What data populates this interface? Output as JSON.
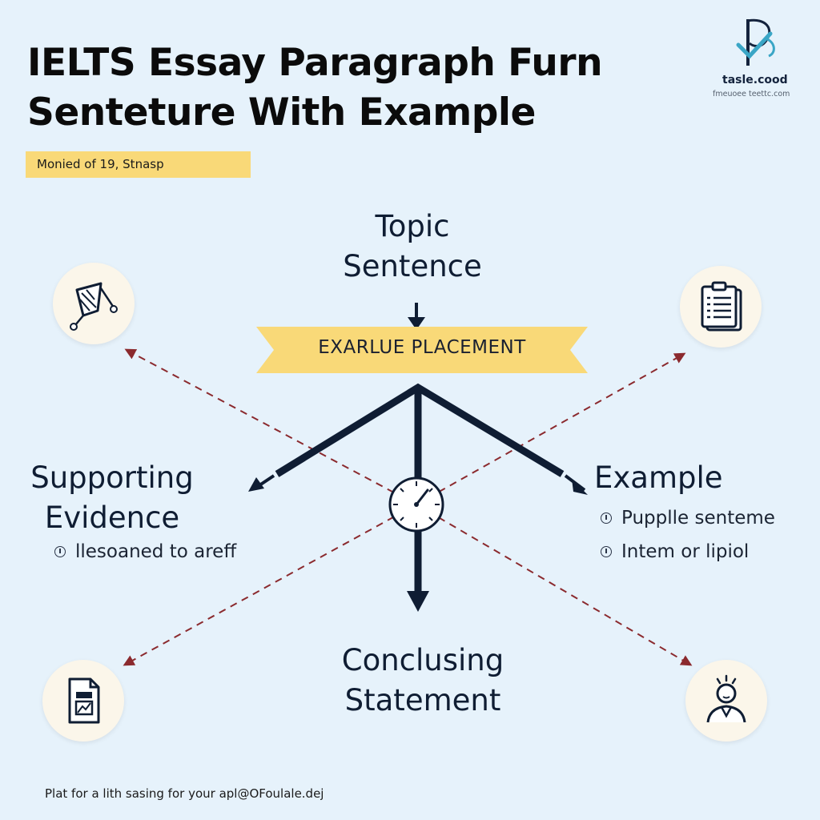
{
  "title": {
    "line1": "IELTS Essay Paragraph Furn",
    "line2": "Senteture With Example"
  },
  "tag": "Monied of  19, Stnasp",
  "logo": {
    "name": "tasle.cood",
    "sub": "fmeuoee teettc.com"
  },
  "nodes": {
    "topic": {
      "line1": "Topic",
      "line2": "Sentence"
    },
    "banner": "EXARLUE PLACEMENT",
    "supporting": {
      "line1": "Supporting",
      "line2": "Evidence",
      "items": [
        "llesoaned to areff"
      ]
    },
    "example": {
      "line1": "Example",
      "items": [
        "Pupplle senteme",
        "Intem or lipiol"
      ]
    },
    "concluding": {
      "line1": "Conclusing",
      "line2": "Statement"
    }
  },
  "icons": {
    "top_left": "pen-drawing-icon",
    "top_right": "clipboard-icon",
    "bottom_left": "document-icon",
    "bottom_right": "person-icon",
    "center": "clock-icon"
  },
  "colors": {
    "background": "#e6f2fb",
    "navy": "#0f1d33",
    "banner": "#f9d978",
    "dashed": "#8b2a2e",
    "icon_bg": "#fbf6ea"
  },
  "footer": "Plat for a lith sasing for your apl@OFoulale.dej"
}
